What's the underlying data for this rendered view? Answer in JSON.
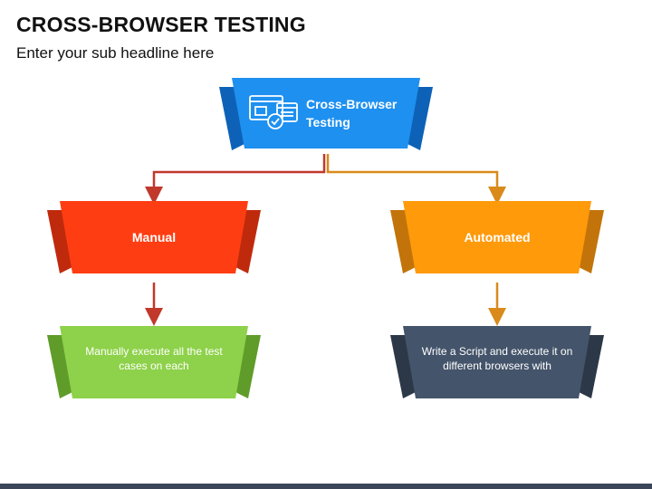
{
  "header": {
    "title": "CROSS-BROWSER TESTING",
    "subtitle": "Enter your sub headline here"
  },
  "nodes": {
    "root": {
      "label": "Cross-Browser Testing",
      "icon": "browser-windows-check-icon",
      "color": "#1e90f0",
      "shadow": "#0d62b8"
    },
    "manual": {
      "label": "Manual",
      "color": "#ff3d12",
      "shadow": "#c02a0c"
    },
    "automated": {
      "label": "Automated",
      "color": "#ff9a0a",
      "shadow": "#c2740a"
    },
    "manual_detail": {
      "label": "Manually execute all the test cases on each",
      "color": "#8ed14a",
      "shadow": "#5f9c2a"
    },
    "automated_detail": {
      "label": "Write a Script and execute it on different browsers with",
      "color": "#44546a",
      "shadow": "#2c3848"
    }
  },
  "colors": {
    "connector_left": "#c0392b",
    "connector_right": "#d98a1a",
    "bottom_bar": "#3b4658"
  }
}
